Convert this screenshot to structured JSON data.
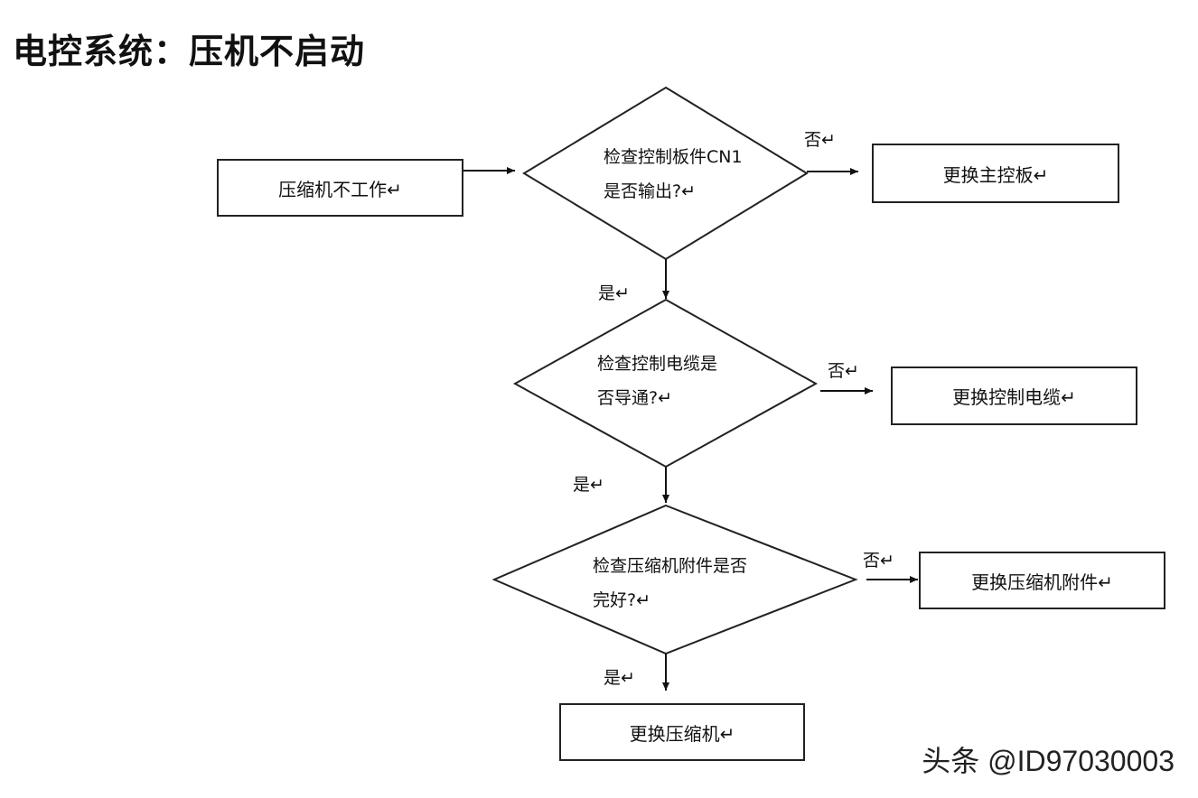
{
  "title": "电控系统：压机不启动",
  "start": "压缩机不工作↵",
  "decisions": [
    {
      "line1": "检查控制板件CN1",
      "line2": "是否输出?↵"
    },
    {
      "line1": "检查控制电缆是",
      "line2": "否导通?↵"
    },
    {
      "line1": "检查压缩机附件是否",
      "line2": "完好?↵"
    }
  ],
  "actions": [
    "更换主控板↵",
    "更换控制电缆↵",
    "更换压缩机附件↵",
    "更换压缩机↵"
  ],
  "labels": {
    "no1": "否↵",
    "no2": "否↵",
    "no3": "否↵",
    "yes1": "是↵",
    "yes2": "是↵",
    "yes3": "是↵"
  },
  "watermark": "头条 @ID97030003"
}
